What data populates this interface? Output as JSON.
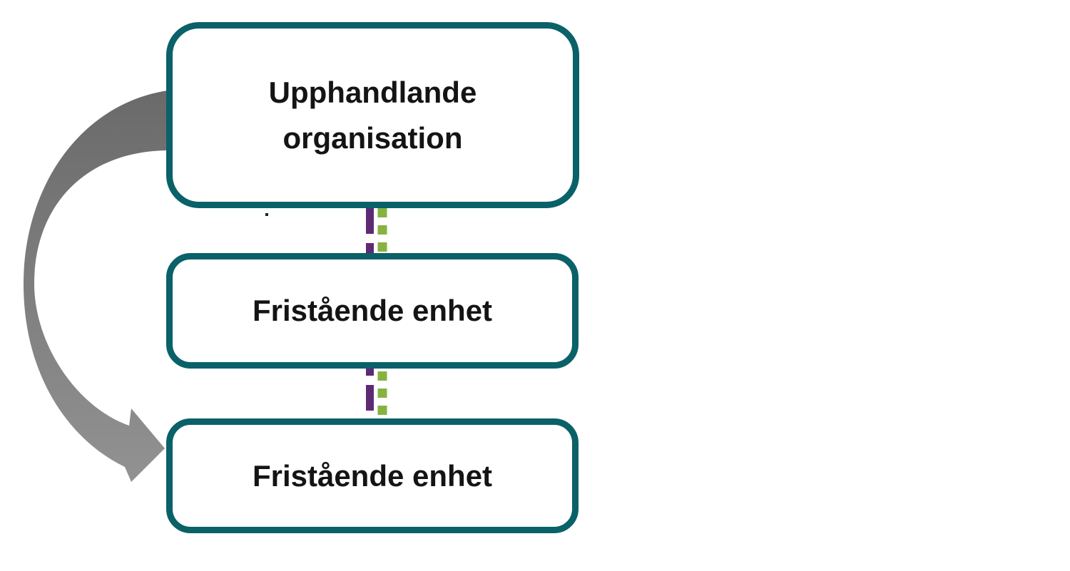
{
  "diagram": {
    "description": "Organisation hierarchy diagram with three boxes, dashed links and a curved bypass arrow",
    "nodes": [
      {
        "id": "top",
        "label": "Upphandlande\norganisation"
      },
      {
        "id": "middle",
        "label": "Fristående enhet"
      },
      {
        "id": "bottom",
        "label": "Fristående enhet"
      }
    ],
    "connectors": [
      {
        "from": "top",
        "to": "middle",
        "style": "double-dashed-vertical",
        "colors": [
          "#5f2a74",
          "#86b33f"
        ]
      },
      {
        "from": "middle",
        "to": "bottom",
        "style": "double-dashed-vertical",
        "colors": [
          "#5f2a74",
          "#86b33f"
        ]
      }
    ],
    "arrow": {
      "from": "top",
      "to": "bottom",
      "shape": "curved-left-block-arrow",
      "color": "#7f7f7f"
    },
    "colors": {
      "node_border": "#0a6168",
      "node_fill": "#ffffff",
      "text": "#141414",
      "dash_purple": "#5f2a74",
      "dash_green": "#86b33f",
      "arrow_gray_top": "#6a6a6a",
      "arrow_gray_bottom": "#929292",
      "background": "#ffffff"
    }
  }
}
